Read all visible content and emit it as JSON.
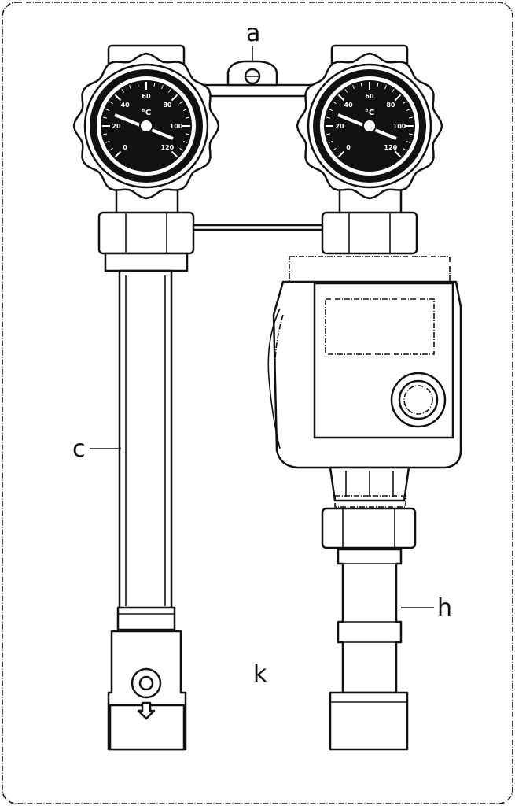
{
  "labels": {
    "a": "a",
    "c": "c",
    "h": "h",
    "k": "k"
  },
  "gauge": {
    "unit": "°C",
    "scale": [
      "0",
      "20",
      "40",
      "60",
      "80",
      "100",
      "120"
    ]
  },
  "colors": {
    "line": "#111111",
    "background": "#ffffff"
  }
}
